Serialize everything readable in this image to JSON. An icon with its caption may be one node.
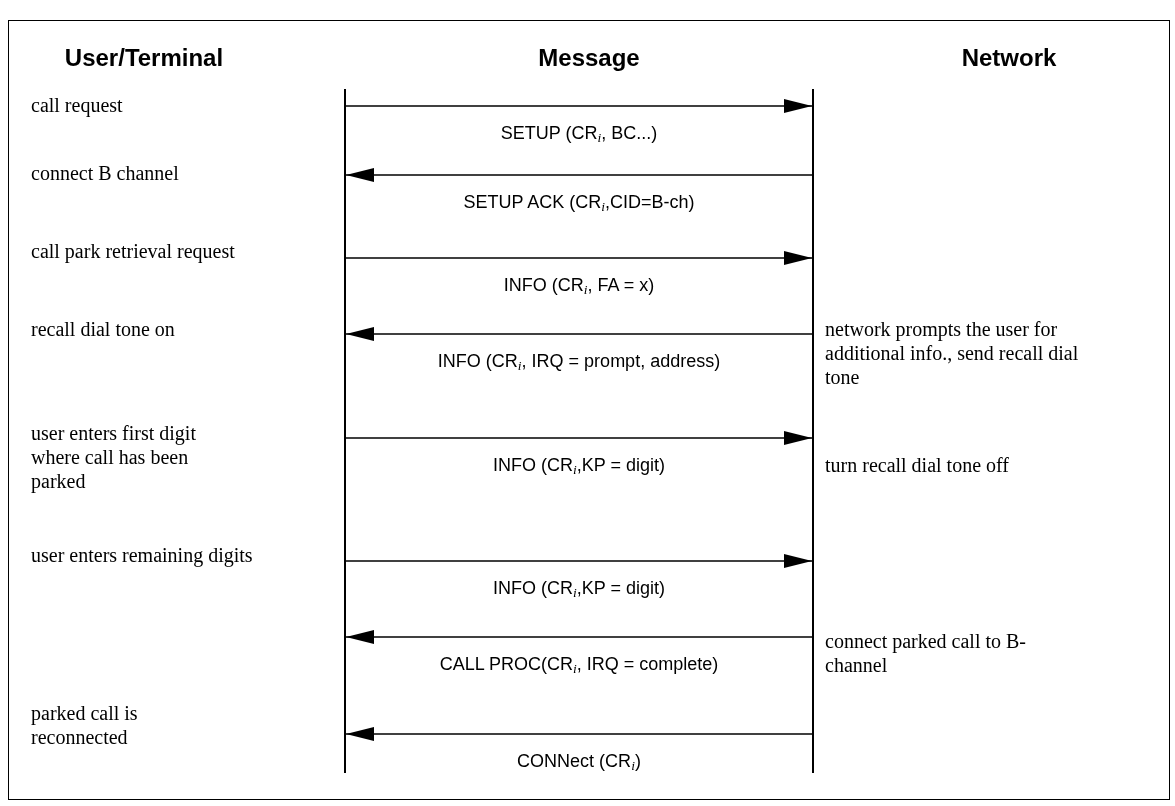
{
  "diagram": {
    "nodes": [
      {
        "text": [],
        "shape": "bar"
      },
      {
        "text": [],
        "shape": "bar"
      }
    ],
    "edges": [
      {
        "from": 0,
        "to": 1,
        "arrow": "to",
        "label": "SETUP (CR$_{i}$, BC...)"
      },
      {
        "from": 1,
        "to": 0,
        "arrow": "to",
        "label": "SETUP ACK (CR$_{i}$,CID=B-ch)"
      },
      {
        "from": 0,
        "to": 1,
        "arrow": "to",
        "label": "INFO (CR$_{i}$, FA = x)"
      },
      {
        "from": 1,
        "to": 0,
        "arrow": "to",
        "label": "INFO (CR$_{i}$, IRQ = prompt, address)"
      },
      {
        "from": 0,
        "to": 1,
        "arrow": "to",
        "label": "INFO (CR$_{i}$,KP = digit)"
      },
      {
        "from": 0,
        "to": 1,
        "arrow": "to",
        "label": "INFO (CR$_{i}$,KP = digit)"
      },
      {
        "from": 1,
        "to": 0,
        "arrow": "to",
        "label": "CALL PROC(CR$_{i}$, IRQ = complete)"
      },
      {
        "from": 1,
        "to": 0,
        "arrow": "to",
        "label": "CONNect (CR$_{i}$)"
      }
    ],
    "labels": [
      "User/Terminal",
      "Message",
      "Network",
      "call request",
      "connect B channel",
      "call park retrieval request",
      "recall dial tone on",
      "network prompts the user for additional info., send recall dial tone",
      "user enters first digit where call has been parked",
      "turn recall dial tone off",
      "user enters remaining digits",
      "connect parked call to B-channel",
      "parked call is reconnected"
    ]
  }
}
